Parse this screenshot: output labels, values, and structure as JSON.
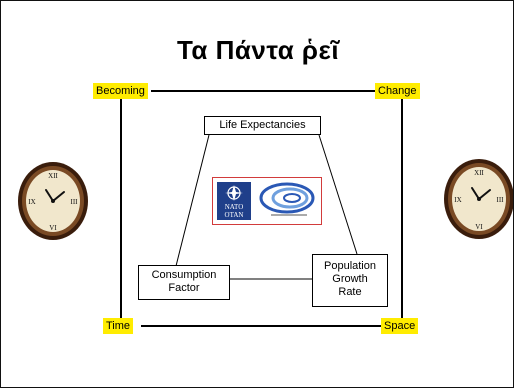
{
  "title": "Τα Πάντα ῥεῖ",
  "corners": {
    "top_left": "Becoming",
    "top_right": "Change",
    "bottom_left": "Time",
    "bottom_right": "Space"
  },
  "boxes": {
    "life": "Life Expectancies",
    "consumption": "Consumption\nFactor",
    "population": "Population\nGrowth\nRate"
  },
  "logo_text": "NATO\nOTAN",
  "colors": {
    "label_background": "#ffec00",
    "logo_border": "#d23b3b",
    "nato_blue": "#1f3f8a",
    "swirl_blue": "#2a58b5"
  },
  "icons": [
    "clock-icon",
    "nato-emblem-icon",
    "swirl-logo-icon"
  ]
}
